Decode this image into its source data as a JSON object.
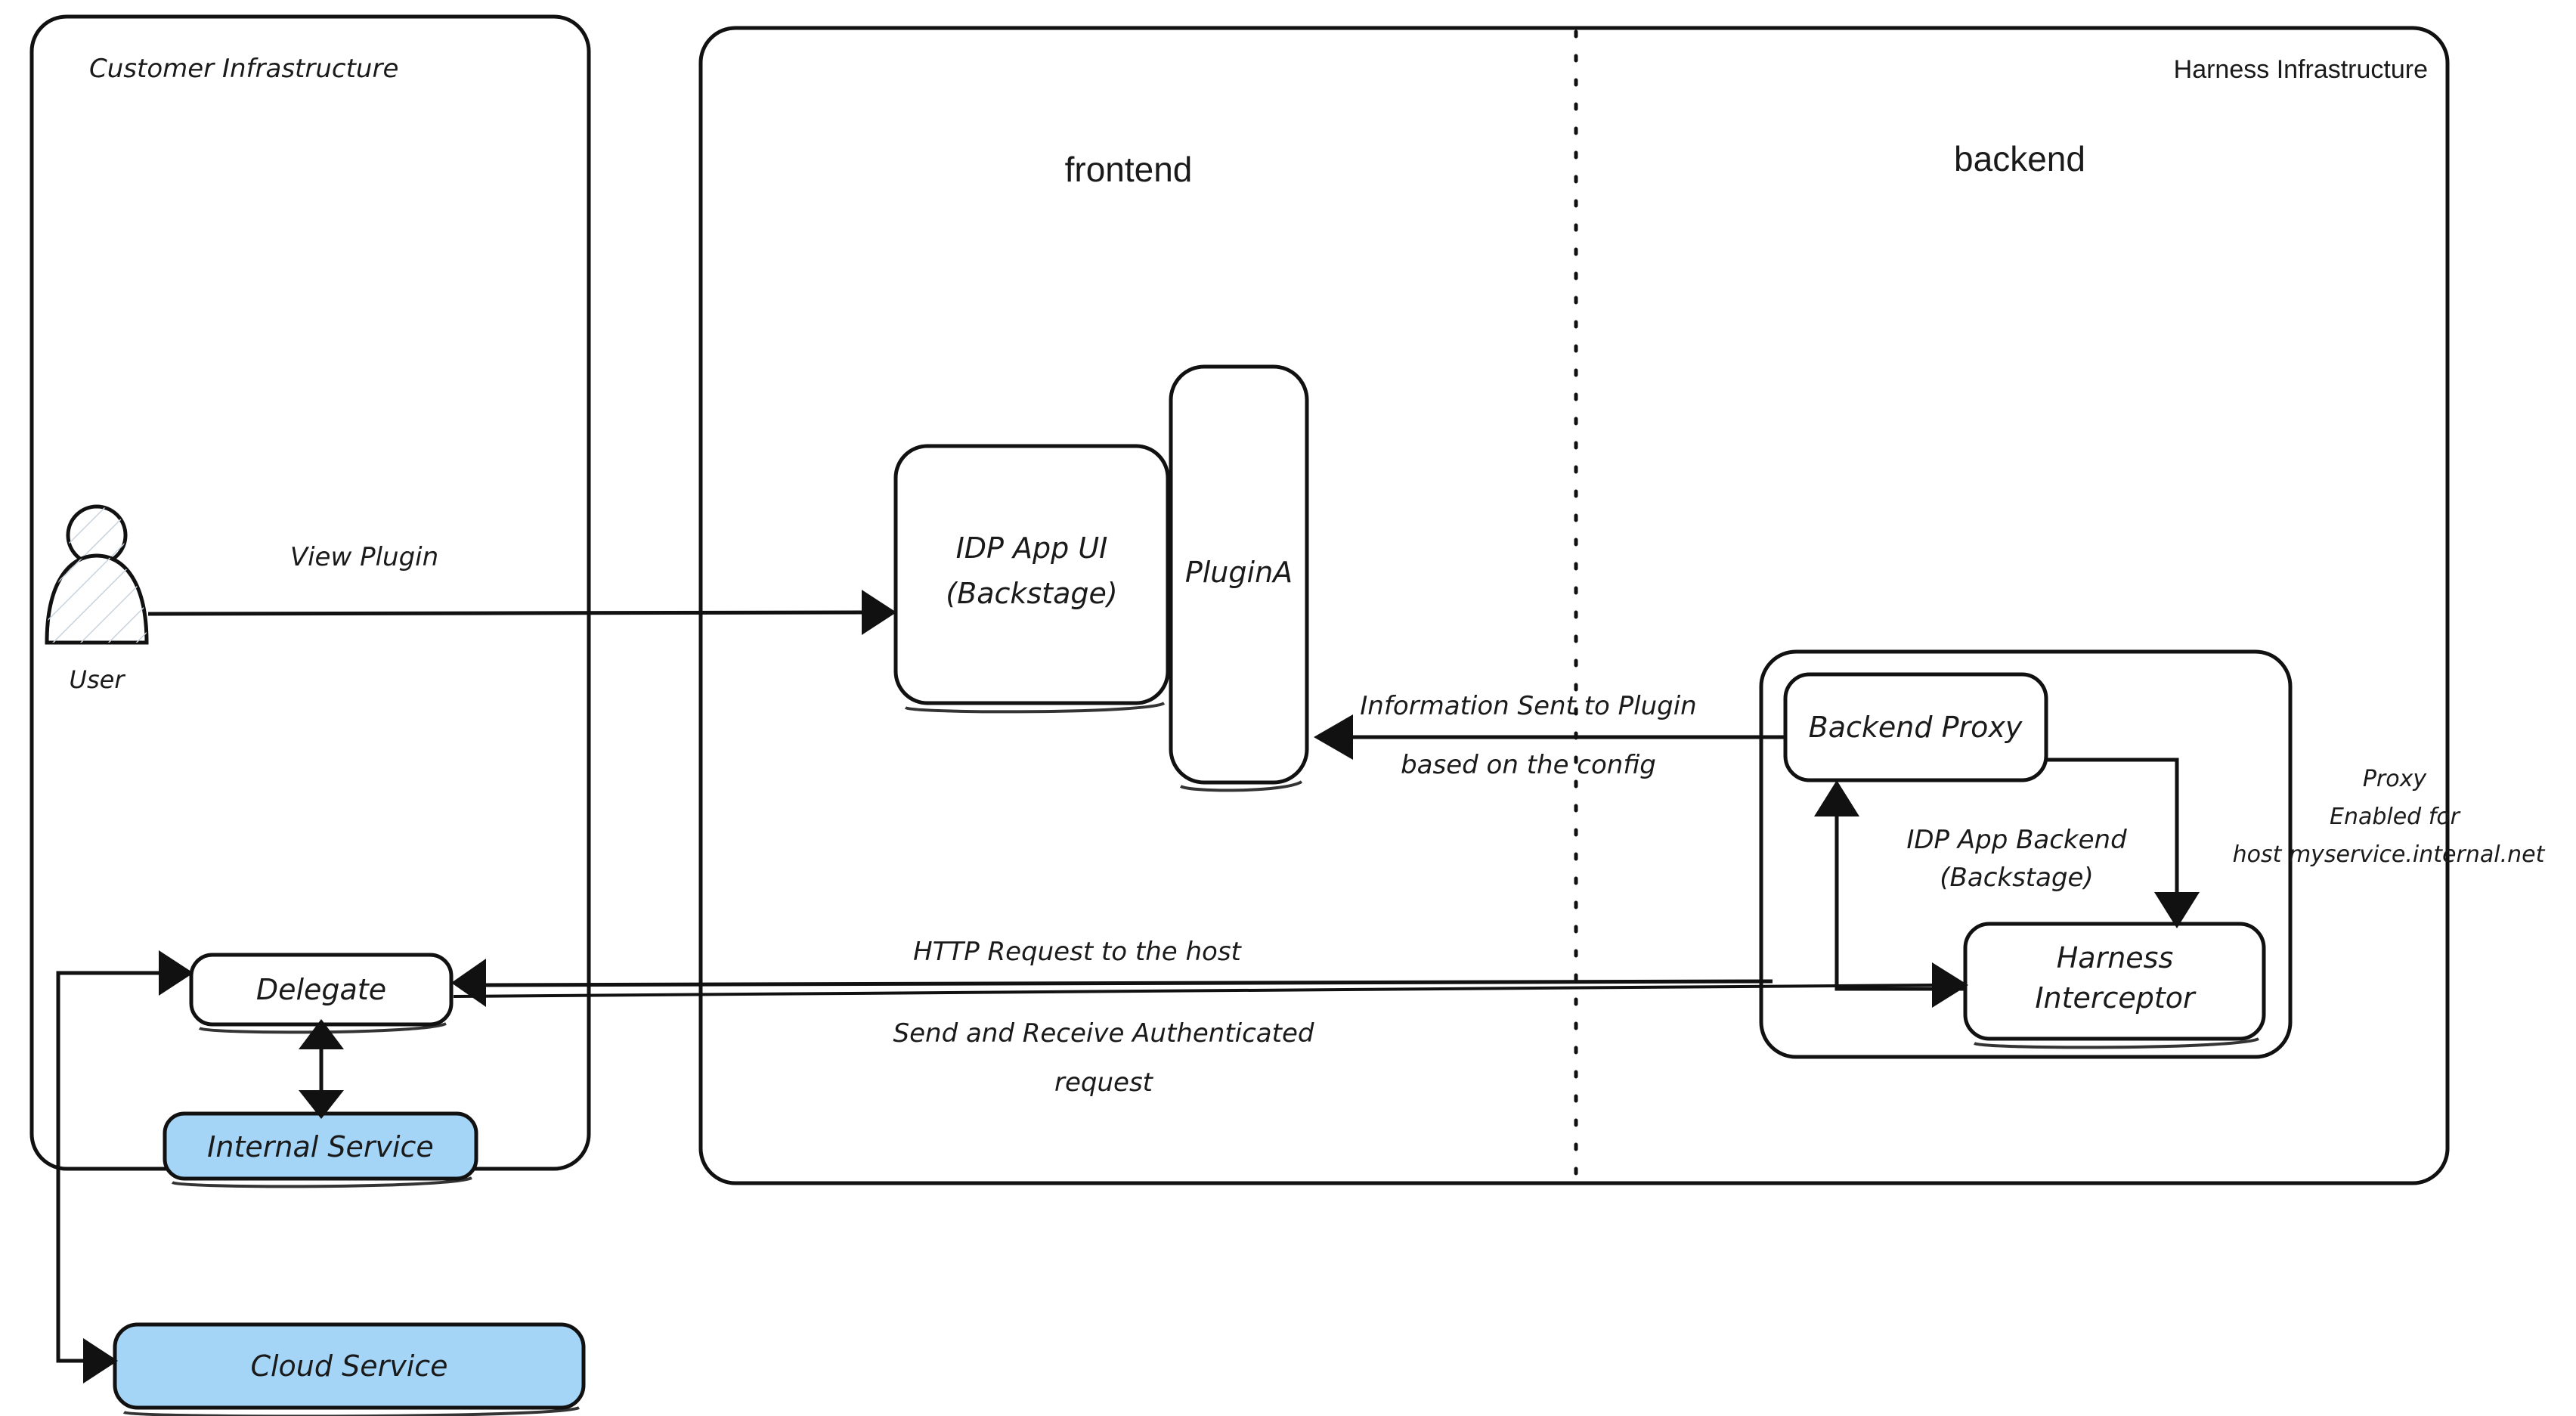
{
  "diagram": {
    "title": "Harness IDP Plugin Proxy Architecture",
    "colors": {
      "stroke": "#111111",
      "text": "#1a1a1a",
      "service_fill": "#a4d5f7",
      "node_fill": "#ffffff",
      "background": "#ffffff"
    }
  },
  "boundaries": {
    "customer": {
      "label": "Customer Infrastructure"
    },
    "harness": {
      "label": "Harness Infrastructure"
    }
  },
  "zones": {
    "frontend": {
      "label": "frontend"
    },
    "backend": {
      "label": "backend"
    }
  },
  "actors": {
    "user": {
      "label": "User",
      "icon": "user-actor-icon"
    }
  },
  "nodes": {
    "idp_app_ui": {
      "label_line1": "IDP App UI",
      "label_line2": "(Backstage)"
    },
    "plugin_a": {
      "label": "PluginA"
    },
    "backend_proxy": {
      "label": "Backend Proxy"
    },
    "harness_interceptor": {
      "label_line1": "Harness",
      "label_line2": "Interceptor"
    },
    "idp_app_backend": {
      "label_line1": "IDP App Backend",
      "label_line2": "(Backstage)"
    },
    "delegate": {
      "label": "Delegate"
    },
    "internal_service": {
      "label": "Internal Service"
    },
    "cloud_service": {
      "label": "Cloud Service"
    }
  },
  "edges": {
    "view_plugin": {
      "label": "View Plugin"
    },
    "info_sent": {
      "label_line1": "Information Sent to Plugin",
      "label_line2": "based on the config"
    },
    "http_request": {
      "label": "HTTP Request to the host"
    },
    "authenticated": {
      "label_line1": "Send and Receive Authenticated",
      "label_line2": "request"
    },
    "proxy_enabled": {
      "label_line1": "Proxy",
      "label_line2": "Enabled for",
      "label_line3": "host myservice.internal.net"
    }
  }
}
